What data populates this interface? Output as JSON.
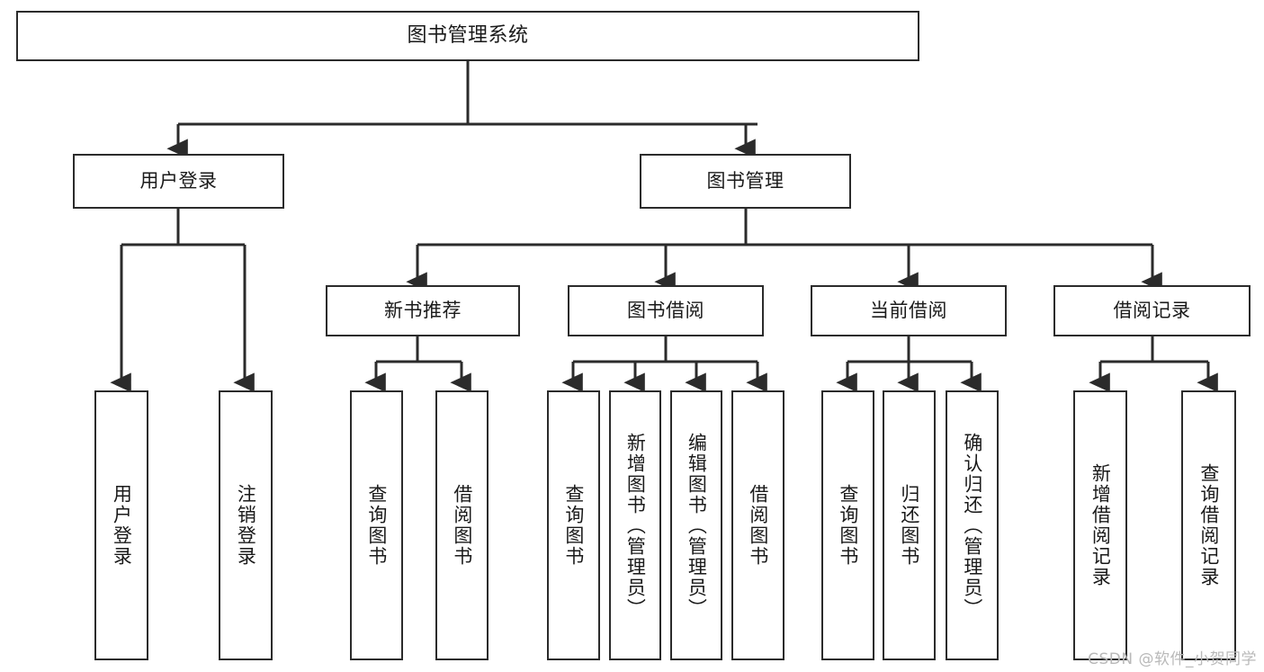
{
  "diagram": {
    "title": "图书管理系统",
    "type": "tree",
    "accent_color": "#2b2b2b",
    "background_color": "#ffffff",
    "nodes": {
      "root": {
        "label": "图书管理系统"
      },
      "level2": [
        {
          "label": "用户登录"
        },
        {
          "label": "图书管理"
        }
      ],
      "level3": [
        {
          "label": "新书推荐"
        },
        {
          "label": "图书借阅"
        },
        {
          "label": "当前借阅"
        },
        {
          "label": "借阅记录"
        }
      ],
      "leaves": [
        {
          "label": "用户登录",
          "parent": "用户登录"
        },
        {
          "label": "注销登录",
          "parent": "用户登录"
        },
        {
          "label": "查询图书",
          "parent": "新书推荐"
        },
        {
          "label": "借阅图书",
          "parent": "新书推荐"
        },
        {
          "label": "查询图书",
          "parent": "图书借阅"
        },
        {
          "label": "新增图书（管理员）",
          "parent": "图书借阅"
        },
        {
          "label": "编辑图书（管理员）",
          "parent": "图书借阅"
        },
        {
          "label": "借阅图书",
          "parent": "图书借阅"
        },
        {
          "label": "查询图书",
          "parent": "当前借阅"
        },
        {
          "label": "归还图书",
          "parent": "当前借阅"
        },
        {
          "label": "确认归还（管理员）",
          "parent": "当前借阅"
        },
        {
          "label": "新增借阅记录",
          "parent": "借阅记录"
        },
        {
          "label": "查询借阅记录",
          "parent": "借阅记录"
        }
      ]
    }
  },
  "watermark": {
    "text": "CSDN @软件_小贺同学"
  }
}
